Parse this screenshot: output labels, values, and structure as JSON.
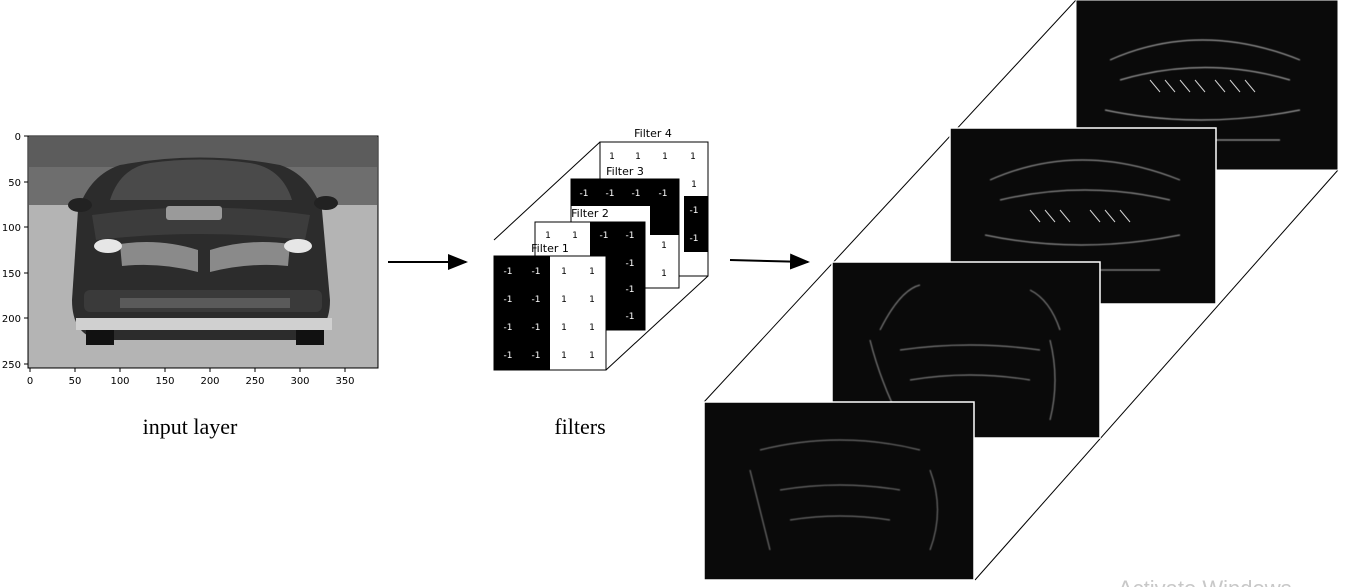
{
  "captions": {
    "input": "input layer",
    "filters": "filters"
  },
  "input_plot": {
    "y_ticks": [
      "0",
      "50",
      "100",
      "150",
      "200",
      "250"
    ],
    "x_ticks": [
      "0",
      "50",
      "100",
      "150",
      "200",
      "250",
      "300",
      "350"
    ]
  },
  "filters": [
    {
      "label": "Filter 1",
      "row": [
        "-1",
        "-1",
        "1",
        "1"
      ]
    },
    {
      "label": "Filter 2",
      "row": [
        "1",
        "1",
        "-1",
        "-1"
      ]
    },
    {
      "label": "Filter 3",
      "row": [
        "-1",
        "-1",
        "-1",
        "-1"
      ]
    },
    {
      "label": "Filter 4",
      "row": [
        "1",
        "1",
        "1",
        "1"
      ]
    }
  ],
  "filter2_side_values": [
    "1",
    "1"
  ],
  "filter4_side_values": [
    "1",
    "-1",
    "-1"
  ],
  "watermark": "Activate Windows",
  "colors": {
    "dark_cell": "#000000",
    "light_cell": "#ffffff",
    "feature_map_bg": "#0a0a0a",
    "photo_bg": "#9a9a9a"
  }
}
